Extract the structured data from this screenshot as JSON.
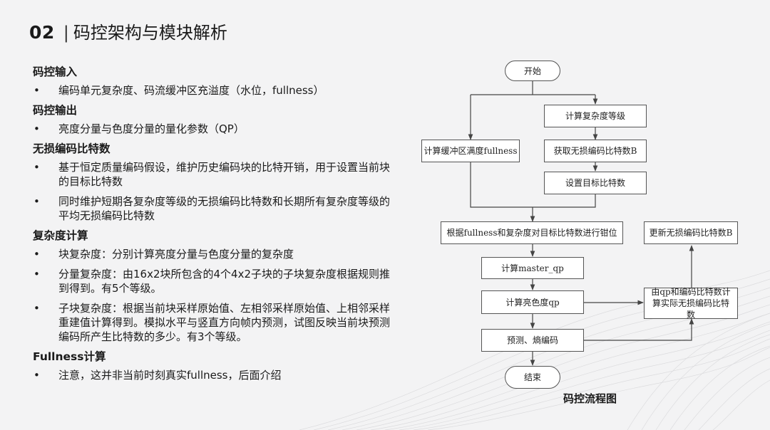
{
  "header": {
    "number": "02",
    "separator": "|",
    "title": "码控架构与模块解析"
  },
  "left": {
    "sections": [
      {
        "heading": "码控输入",
        "bullets": [
          "编码单元复杂度、码流缓冲区充溢度（水位，fullness）"
        ]
      },
      {
        "heading": "码控输出",
        "bullets": [
          "亮度分量与色度分量的量化参数（QP）"
        ]
      },
      {
        "heading": "无损编码比特数",
        "bullets": [
          "基于恒定质量编码假设，维护历史编码块的比特开销，用于设置当前块的目标比特数",
          "同时维护短期各复杂度等级的无损编码比特数和长期所有复杂度等级的平均无损编码比特数"
        ]
      },
      {
        "heading": "复杂度计算",
        "bullets": [
          "块复杂度：分别计算亮度分量与色度分量的复杂度",
          "分量复杂度：由16x2块所包含的4个4x2子块的子块复杂度根据规则推到得到。有5个等级。",
          "子块复杂度：根据当前块采样原始值、左相邻采样原始值、上相邻采样重建值计算得到。模拟水平与竖直方向帧内预测，试图反映当前块预测编码所产生比特数的多少。有3个等级。"
        ]
      },
      {
        "heading": "Fullness计算",
        "bullets": [
          "注意，这并非当前时刻真实fullness，后面介绍"
        ]
      }
    ]
  },
  "flowchart": {
    "start": "开始",
    "calc_complexity": "计算复杂度等级",
    "calc_fullness": "计算缓冲区满度fullness",
    "get_lossless_bits": "获取无损编码比特数B",
    "set_target_bits": "设置目标比特数",
    "clamp": "根据fullness和复杂度对目标比特数进行钳位",
    "calc_master_qp": "计算master_qp",
    "calc_luma_chroma_qp": "计算亮色度qp",
    "predict_entropy": "预测、熵编码",
    "end": "结束",
    "update_lossless_bits": "更新无损编码比特数B",
    "calc_actual_bits": "由qp和编码比特数计算实际无损编码比特数",
    "caption": "码控流程图"
  },
  "bullet_glyph": "•",
  "colors": {
    "background": "#f3f3f4",
    "line": "#444444"
  }
}
